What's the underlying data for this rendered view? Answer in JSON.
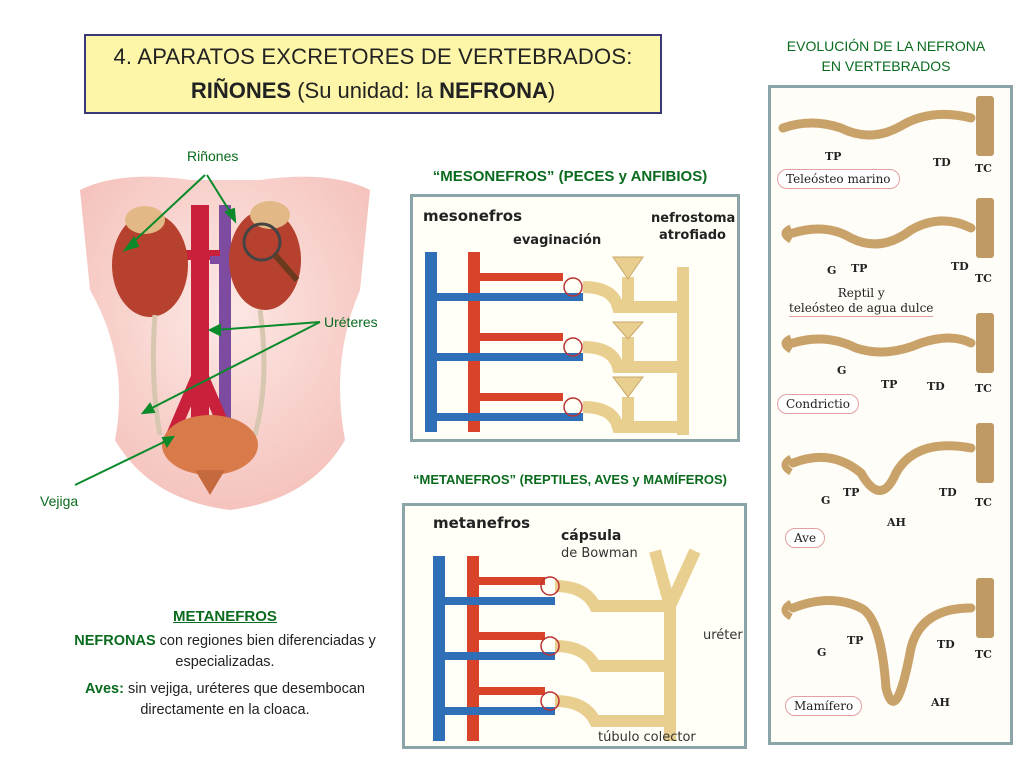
{
  "title": {
    "line1": "4. APARATOS EXCRETORES DE VERTEBRADOS:",
    "line2_bold1": "RIÑONES",
    "line2_mid": " (Su unidad: la ",
    "line2_bold2": "NEFRONA",
    "line2_end": ")"
  },
  "anatomy": {
    "kidneys_label": "Riñones",
    "ureters_label": "Uréteres",
    "bladder_label": "Vejiga"
  },
  "mesonefros": {
    "heading": "“MESONEFROS” (PECES y ANFIBIOS)",
    "diagram_title": "mesonefros",
    "label_evaginacion": "evaginación",
    "label_nefrostoma_1": "nefrostoma",
    "label_nefrostoma_2": "atrofiado"
  },
  "metanefros": {
    "heading": "“METANEFROS” (REPTILES, AVES y MAMÍFEROS)",
    "diagram_title": "metanefros",
    "label_capsula": "cápsula",
    "label_bowman": "de Bowman",
    "label_ureter": "uréter",
    "label_tubulo": "túbulo colector"
  },
  "meta_text": {
    "title": "METANEFROS",
    "p1_bold": "NEFRONAS",
    "p1_rest": " con regiones bien diferenciadas y especializadas.",
    "p2_bold": "Aves:",
    "p2_rest": " sin vejiga, uréteres que desembocan directamente en la cloaca."
  },
  "evolution": {
    "heading_line1": "EVOLUCIÓN DE LA NEFRONA",
    "heading_line2": "EN VERTEBRADOS",
    "rows": [
      {
        "name": "Teleósteo marino",
        "labels": [
          "TP",
          "TD",
          "TC"
        ]
      },
      {
        "name_line1": "Reptil y",
        "name_line2": "teleósteo de agua dulce",
        "labels": [
          "G",
          "TP",
          "TD",
          "TC"
        ]
      },
      {
        "name": "Condrictio",
        "labels": [
          "G",
          "TP",
          "TD",
          "TC"
        ]
      },
      {
        "name": "Ave",
        "labels": [
          "G",
          "TP",
          "AH",
          "TD",
          "TC"
        ]
      },
      {
        "name": "Mamífero",
        "labels": [
          "G",
          "TP",
          "AH",
          "TD",
          "TC"
        ]
      }
    ]
  },
  "colors": {
    "title_bg": "#fdf6a9",
    "title_border": "#3a3a7a",
    "heading_green": "#0a6b1e",
    "artery_red": "#d9432a",
    "vein_blue": "#2f6fb8",
    "tubule_tan": "#e9cf8f",
    "evo_tube": "#c9a26a"
  }
}
